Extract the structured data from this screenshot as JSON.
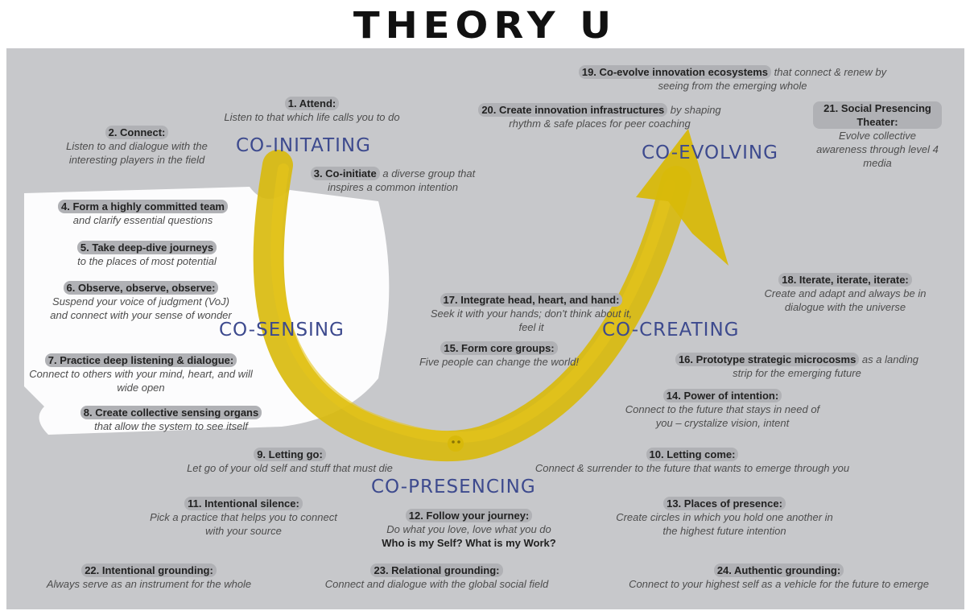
{
  "title": "THEORY U",
  "colors": {
    "panel": "#c7c8cb",
    "arrow": "#d8b90a",
    "phase_text": "#3d4a8e",
    "white_area": "#ffffff"
  },
  "phases": {
    "co_initiating": "CO-INITATING",
    "co_sensing": "CO-SENSING",
    "co_presencing": "CO-PRESENCING",
    "co_creating": "CO-CREATING",
    "co_evolving": "CO-EVOLVING"
  },
  "items": {
    "i1": {
      "head": "1. Attend:",
      "desc": "Listen to that which life calls you to do"
    },
    "i2": {
      "head": "2. Connect:",
      "desc": "Listen to and dialogue with the interesting players in the field"
    },
    "i3": {
      "head": "3. Co-initiate",
      "desc": " a diverse group that inspires a common intention"
    },
    "i4": {
      "head": "4. Form a highly committed team",
      "desc": "and clarify essential questions"
    },
    "i5": {
      "head": "5. Take deep-dive journeys",
      "desc": "to the places of most potential"
    },
    "i6": {
      "head": "6. Observe, observe, observe:",
      "desc": "Suspend your voice of judgment (VoJ) and connect with your sense of wonder"
    },
    "i7": {
      "head": "7. Practice deep listening & dialogue:",
      "desc": "Connect to others with your mind, heart, and will wide open"
    },
    "i8": {
      "head": "8. Create collective sensing organs",
      "desc": "that allow the system to see itself"
    },
    "i9": {
      "head": "9. Letting go:",
      "desc": "Let go of your old self and stuff that must die"
    },
    "i10": {
      "head": "10. Letting come:",
      "desc": "Connect & surrender to the future that wants to emerge through you"
    },
    "i11": {
      "head": "11. Intentional silence:",
      "desc": "Pick a practice that helps you to connect with your source"
    },
    "i12": {
      "head": "12. Follow your journey:",
      "desc": "Do what you love, love what you do",
      "extra": "Who is my Self? What is my Work?"
    },
    "i13": {
      "head": "13. Places of presence:",
      "desc": "Create circles in which you hold one another in the highest future intention"
    },
    "i14": {
      "head": "14. Power of intention:",
      "desc": "Connect to the future that stays in need of you – crystalize vision, intent"
    },
    "i15": {
      "head": "15. Form core groups:",
      "desc": "Five people can change the world!"
    },
    "i16": {
      "head": "16. Prototype strategic microcosms",
      "desc": " as a landing strip for the emerging future"
    },
    "i17": {
      "head": "17. Integrate head, heart, and hand:",
      "desc": "Seek it with your hands; don't think about it, feel it"
    },
    "i18": {
      "head": "18. Iterate, iterate, iterate:",
      "desc": "Create and adapt and always be in dialogue with the universe"
    },
    "i19": {
      "head": "19. Co-evolve innovation ecosystems",
      "desc": " that connect & renew by seeing from the emerging whole"
    },
    "i20": {
      "head": "20. Create innovation infrastructures",
      "desc": " by shaping rhythm & safe places for peer coaching"
    },
    "i21": {
      "head": "21. Social Presencing Theater:",
      "desc": "Evolve collective awareness through level 4 media"
    },
    "i22": {
      "head": "22. Intentional grounding:",
      "desc": "Always serve as an instrument for the whole"
    },
    "i23": {
      "head": "23. Relational grounding:",
      "desc": "Connect and dialogue with the global social field"
    },
    "i24": {
      "head": "24. Authentic grounding:",
      "desc": "Connect to your highest self as a vehicle for the future to emerge"
    }
  }
}
